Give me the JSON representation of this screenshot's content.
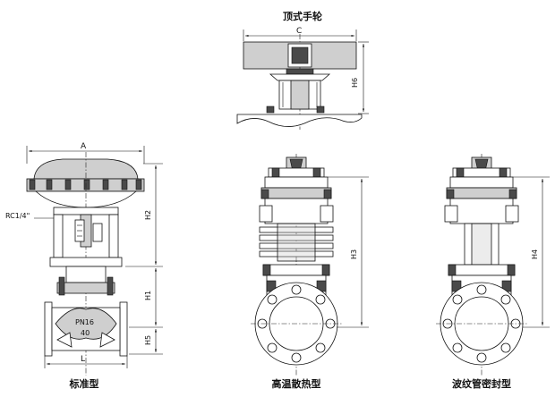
{
  "captions": {
    "top": "顶式手轮",
    "standard": "标准型",
    "high_temp": "高温散热型",
    "bellows": "波纹管密封型"
  },
  "dimensions": {
    "A": "A",
    "C": "C",
    "L": "L",
    "H1": "H1",
    "H2": "H2",
    "H3": "H3",
    "H4": "H4",
    "H5": "H5",
    "H6": "H6"
  },
  "labels": {
    "connection": "RC1/4\"",
    "pressure": "PN16",
    "size": "40"
  }
}
